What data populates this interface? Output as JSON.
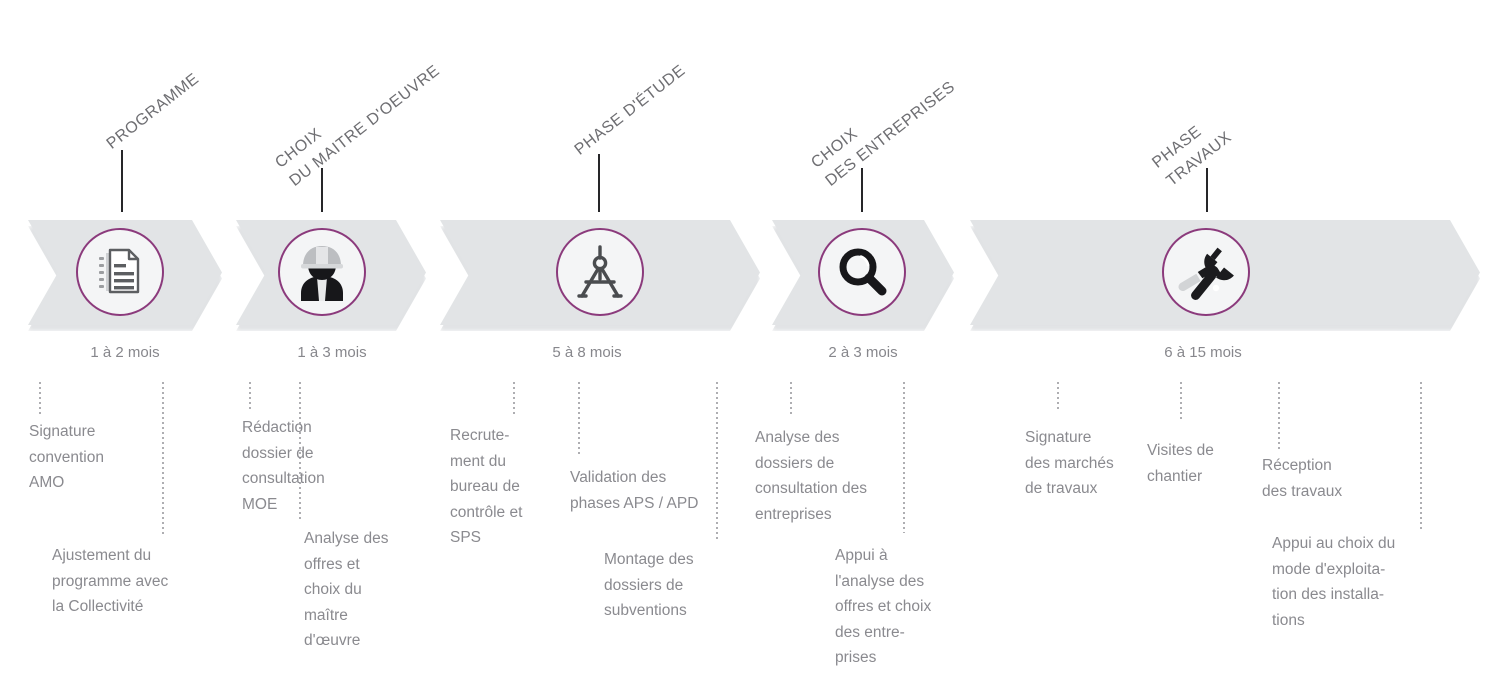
{
  "diagram": {
    "title": "Timeline des phases de projet",
    "accent_color": "#8b3a7c",
    "band_color": "#e2e4e6",
    "text_color": "#8a8a8f",
    "stem_color": "#262629"
  },
  "phases": [
    {
      "id": "programme",
      "title": "PROGRAMME",
      "icon": "document-stack-icon",
      "duration": "1 à 2 mois",
      "tasks": [
        "Signature\nconvention\nAMO",
        "Ajustement du\nprogramme avec\nla Collectivité"
      ]
    },
    {
      "id": "choix-maitre-oeuvre",
      "title": "CHOIX\nDU MAITRE D'OEUVRE",
      "icon": "hardhat-worker-icon",
      "duration": "1 à 3 mois",
      "tasks": [
        "Rédaction\ndossier de\nconsultation\nMOE",
        "Analyse des\noffres et\nchoix du\nmaître\nd'œuvre"
      ]
    },
    {
      "id": "phase-etude",
      "title": "PHASE D'ÉTUDE",
      "icon": "compass-divider-icon",
      "duration": "5 à 8 mois",
      "tasks": [
        "Recrute-\nment du\nbureau de\ncontrôle  et\nSPS",
        "Validation des\nphases APS / APD",
        "Montage des\ndossiers de\nsubventions"
      ]
    },
    {
      "id": "choix-entreprises",
      "title": "CHOIX\nDES ENTREPRISES",
      "icon": "magnifier-icon",
      "duration": "2 à 3 mois",
      "tasks": [
        "Analyse des\ndossiers de\nconsultation des\nentreprises",
        "Appui à\nl'analyse des\noffres et choix\ndes entre-\nprises"
      ]
    },
    {
      "id": "phase-travaux",
      "title": "PHASE\nTRAVAUX",
      "icon": "wrench-hammer-icon",
      "duration": "6 à 15 mois",
      "tasks": [
        "Signature\ndes marchés\nde travaux",
        "Visites de\nchantier",
        "Réception\ndes travaux",
        "Appui au choix du\nmode d'exploita-\ntion des installa-\ntions"
      ]
    }
  ]
}
